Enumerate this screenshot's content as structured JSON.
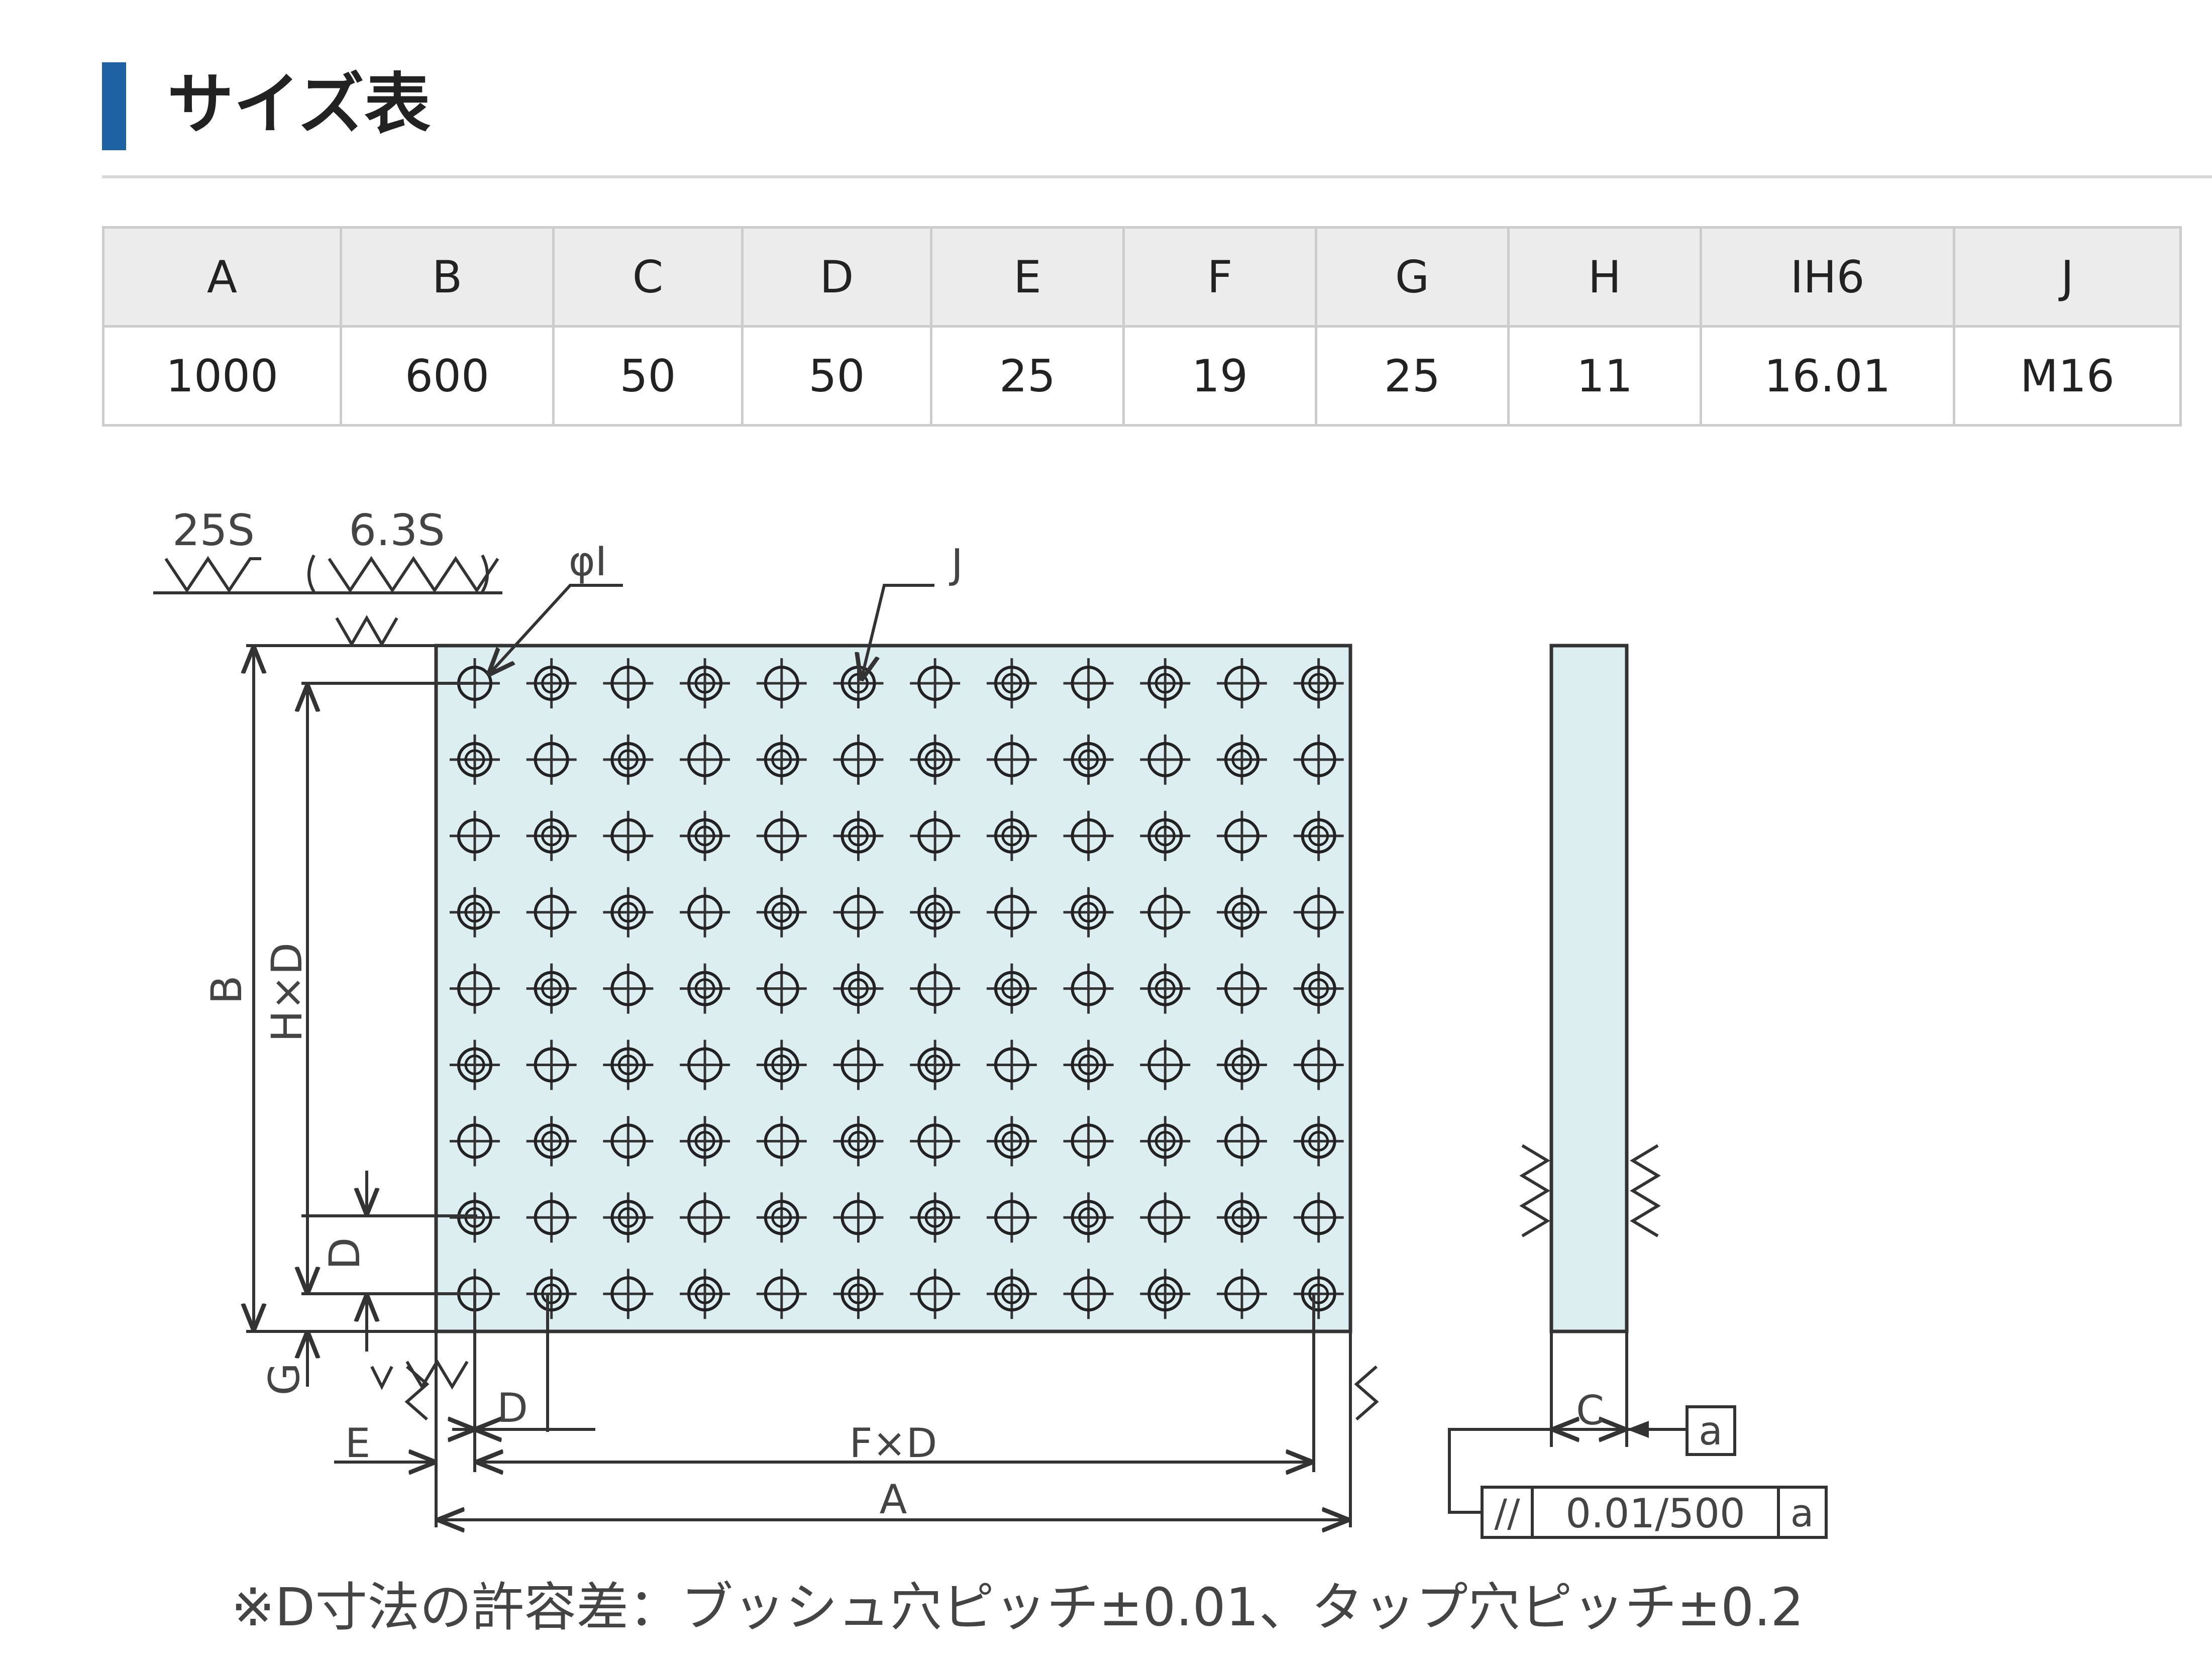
{
  "heading": {
    "title": "サイズ表"
  },
  "table": {
    "headers": [
      "A",
      "B",
      "C",
      "D",
      "E",
      "F",
      "G",
      "H",
      "IH6",
      "J"
    ],
    "values": [
      "1000",
      "600",
      "50",
      "50",
      "25",
      "19",
      "25",
      "11",
      "16.01",
      "M16"
    ]
  },
  "drawing": {
    "roughness": {
      "coarse": "25S",
      "fine": "6.3S"
    },
    "labels": {
      "phi_i": "φI",
      "j": "J",
      "b": "B",
      "hxd": "H×D",
      "d_left": "D",
      "g": "G",
      "e": "E",
      "d_bottom": "D",
      "fxd": "F×D",
      "a": "A",
      "c": "C",
      "datum": "a",
      "parallel_symbol": "//",
      "tolerance": "0.01/500",
      "tol_datum": "a"
    },
    "note": "※D寸法の許容差：ブッシュ穴ピッチ±0.01、タップ穴ピッチ±0.2",
    "colors": {
      "plate_fill": "#ddeef0",
      "line": "#333333",
      "accent": "#1e62a3"
    }
  }
}
